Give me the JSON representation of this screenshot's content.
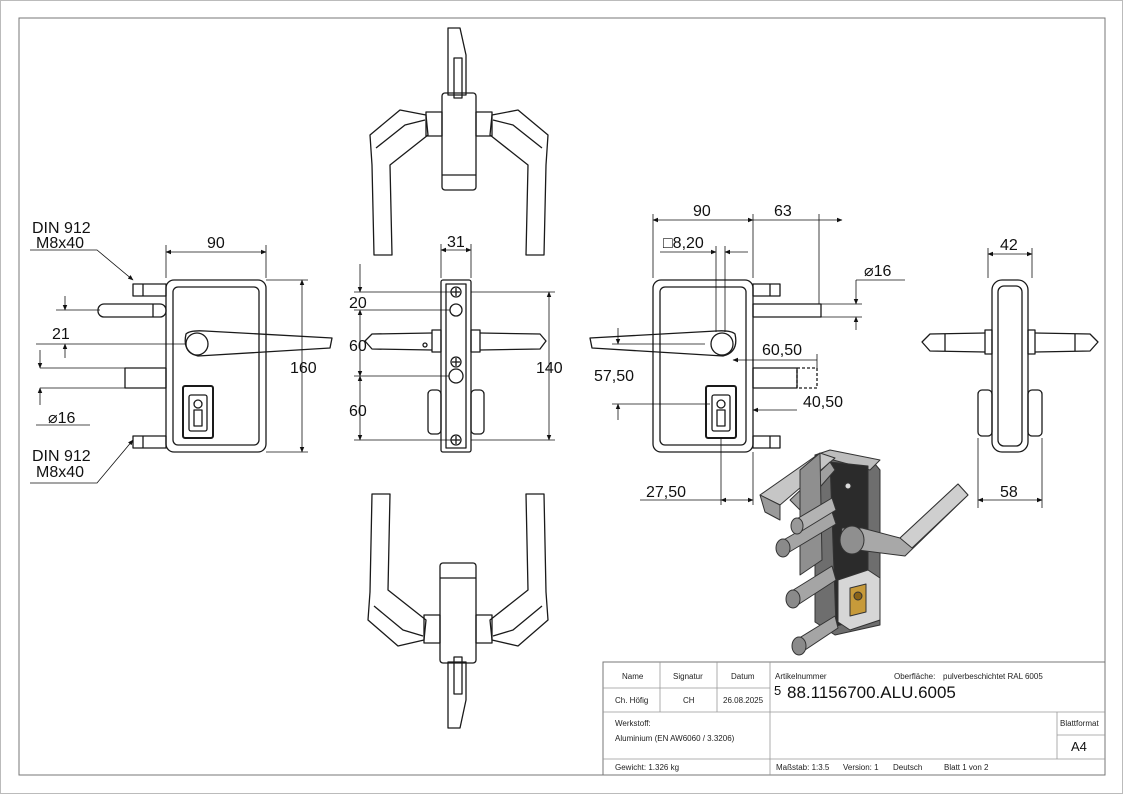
{
  "dimensions": {
    "left_top_screw": [
      "DIN 912",
      "M8x40"
    ],
    "left_bottom_screw": [
      "DIN 912",
      "M8x40"
    ],
    "left_width": "90",
    "left_21": "21",
    "left_height": "160",
    "left_dia16": "⌀16",
    "center_width": "31",
    "center_20": "20",
    "center_60a": "60",
    "center_60b": "60",
    "center_140": "140",
    "right_90": "90",
    "right_63": "63",
    "right_sq": "□8,20",
    "right_dia16": "⌀16",
    "right_6050": "60,50",
    "right_5750": "57,50",
    "right_4050": "40,50",
    "right_2750": "27,50",
    "side_42": "42",
    "side_58": "58"
  },
  "title_block": {
    "name_label": "Name",
    "signature_label": "Signatur",
    "date_label": "Datum",
    "name_value": "Ch. Höfig",
    "signature_value": "CH",
    "date_value": "26.08.2025",
    "article_label": "Artikelnummer",
    "surface_label": "Oberfläche:",
    "surface_value": "pulverbeschichtet RAL 6005",
    "article_prefix": "5",
    "article_number": "88.1156700.ALU.6005",
    "material_label": "Werkstoff:",
    "material_value": "Aluminium (EN AW6060 / 3.3206)",
    "sheet_format_label": "Blattformat",
    "sheet_format_value": "A4",
    "weight": "Gewicht: 1.326 kg",
    "scale": "Maßstab: 1:3.5",
    "version": "Version: 1",
    "language": "Deutsch",
    "sheet": "Blatt 1 von 2"
  },
  "colors": {
    "line": "#1a1a1a",
    "iso_body": "#7a7a7a",
    "iso_light": "#c8c8c8",
    "cylinder_brass": "#c79a3a"
  }
}
